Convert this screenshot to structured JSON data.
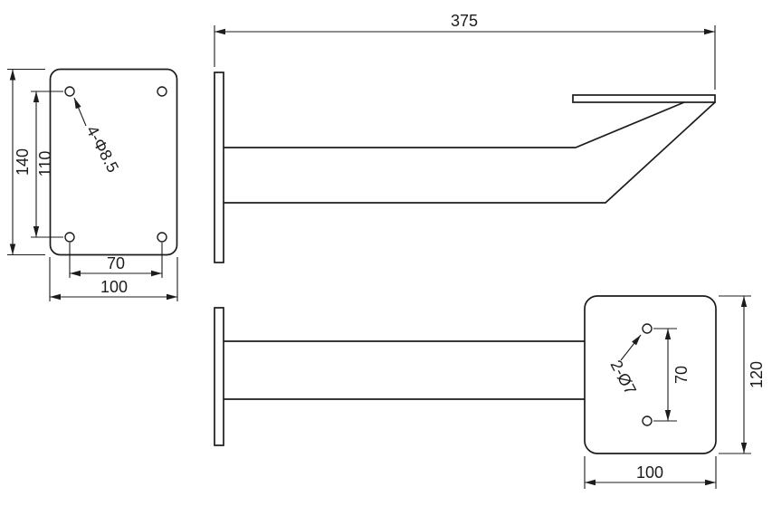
{
  "page": {
    "background": "#ffffff",
    "line_color": "#1c1c1c"
  },
  "front_view": {
    "hole_note": "4-Φ8.5",
    "dim_height": "140",
    "dim_hole_spacing_vertical": "110",
    "dim_hole_spacing_horizontal": "70",
    "dim_width": "100"
  },
  "side_view": {
    "dim_length": "375"
  },
  "top_view": {
    "hole_note": "2-Ø7",
    "dim_hole_spacing": "70",
    "dim_height": "120",
    "dim_width": "100"
  }
}
